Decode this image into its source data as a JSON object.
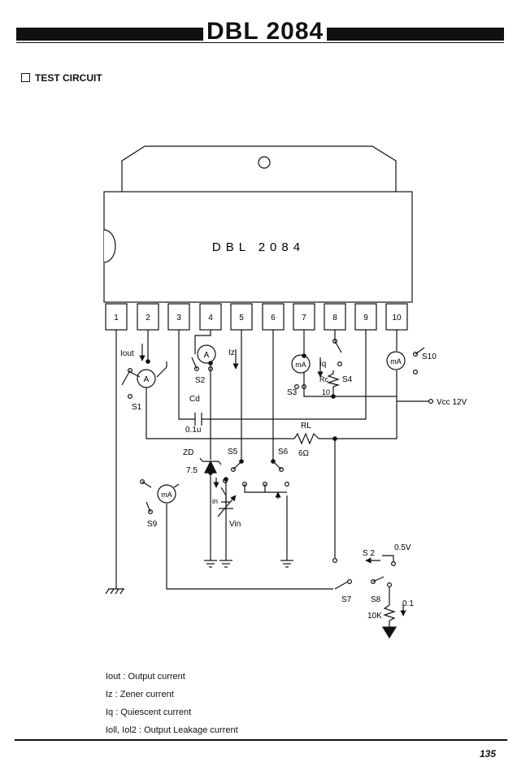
{
  "header": {
    "title": "DBL 2084"
  },
  "section": {
    "title": "TEST CIRCUIT"
  },
  "chip": {
    "label": "DBL 2084",
    "pins": [
      "1",
      "2",
      "3",
      "4",
      "5",
      "6",
      "7",
      "8",
      "9",
      "10"
    ]
  },
  "labels": {
    "iout": "Iout",
    "iz": "Iz",
    "iq": "Iq",
    "s1": "S1",
    "s2": "S2",
    "s3": "S3",
    "s4": "S4",
    "s5": "S5",
    "s6": "S6",
    "s7": "S7",
    "s8": "S8",
    "s9": "S9",
    "s10": "S10",
    "s12": "S 2",
    "cd": "Cd",
    "cd_value": "0.1u",
    "rl": "RL",
    "rl_value": "6Ω",
    "rc": "Rc",
    "rc_value": "10",
    "zd": "ZD",
    "zd_value": "7.5",
    "vin": "Vin",
    "vin_small": "in",
    "vcc": "Vcc 12V",
    "v05": "0.5V",
    "r10k": "10K",
    "r01": "0.1"
  },
  "meters": {
    "ammeter": "A",
    "milliammeter": "mA"
  },
  "legend": [
    "Iout : Output current",
    "Iz : Zener current",
    "Iq : Quiescent current",
    "Ioll, Iol2 : Output Leakage current"
  ],
  "page": {
    "number": "135"
  }
}
